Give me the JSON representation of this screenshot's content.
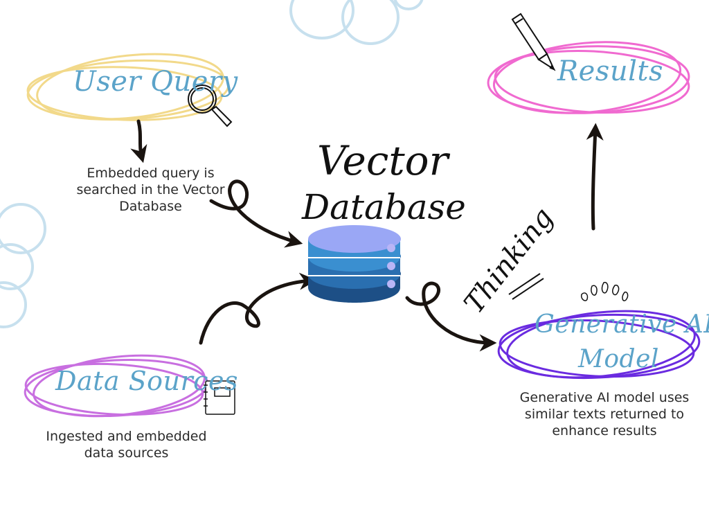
{
  "colors": {
    "user_query_ring": "#f2d98a",
    "results_ring": "#f06ad0",
    "data_sources_ring": "#c86fe0",
    "model_ring": "#6a2be0",
    "title_text": "#5ba3c9",
    "deco_circles": "#c7e0ee",
    "arrow": "#1a1410",
    "db_top": "#9aa7f5",
    "db_layer1": "#3a8fd0",
    "db_layer2": "#2a6fb0",
    "db_layer3": "#1d4f86",
    "db_dot": "#b9b5f6"
  },
  "nodes": {
    "user_query": {
      "title": "User Query",
      "icon": "magnifier-icon"
    },
    "results": {
      "title": "Results",
      "icon": "pencil-icon"
    },
    "data_sources": {
      "title": "Data Sources",
      "caption_line1": "Ingested and embedded",
      "caption_line2": "data sources",
      "icon": "notebook-icon"
    },
    "model": {
      "title_line1": "Generative AI",
      "title_line2": "Model",
      "caption_line1": "Generative AI model uses",
      "caption_line2": "similar texts returned to",
      "caption_line3": "enhance results",
      "icon": "sparkle-icon"
    },
    "vector_db": {
      "title_line1": "Vector",
      "title_line2": "Database",
      "icon": "database-icon"
    }
  },
  "query_caption": {
    "line1": "Embedded query is",
    "line2": "searched in the Vector",
    "line3": "Database"
  },
  "thinking_label": "Thinking"
}
